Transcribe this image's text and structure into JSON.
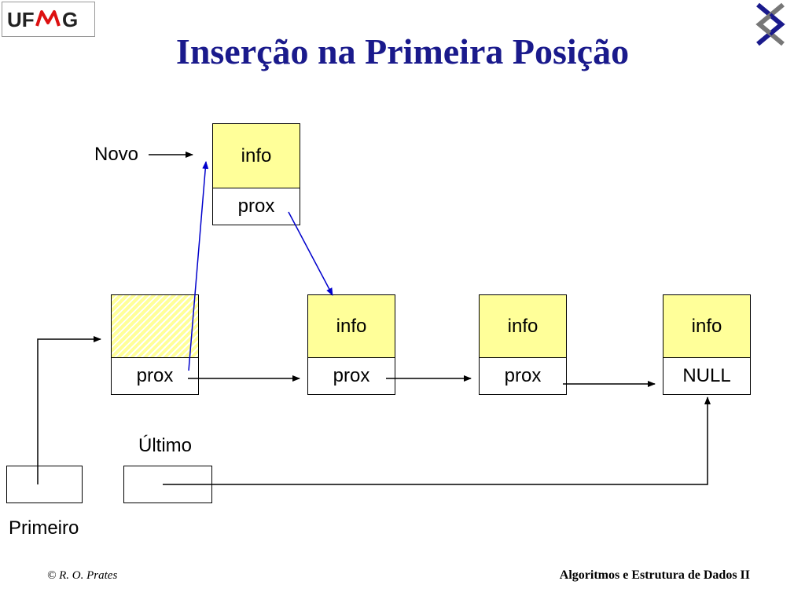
{
  "logo": {
    "text": "UFMG"
  },
  "title": "Inserção na Primeira Posição",
  "labels": {
    "novo": "Novo",
    "ultimo": "Último",
    "primeiro": "Primeiro"
  },
  "nodes": {
    "new": {
      "info": "info",
      "prox": "prox"
    },
    "head": {
      "info": "",
      "prox": "prox"
    },
    "n1": {
      "info": "info",
      "prox": "prox"
    },
    "n2": {
      "info": "info",
      "prox": "prox"
    },
    "n3": {
      "info": "info",
      "prox": "NULL"
    }
  },
  "footer": {
    "author": "© R. O. Prates",
    "course": "Algoritmos e Estrutura de Dados II"
  },
  "colors": {
    "title": "#1a1a8c",
    "info_fill": "#ffff99",
    "new_pointer": "#0000cc",
    "arrow": "#000000"
  }
}
